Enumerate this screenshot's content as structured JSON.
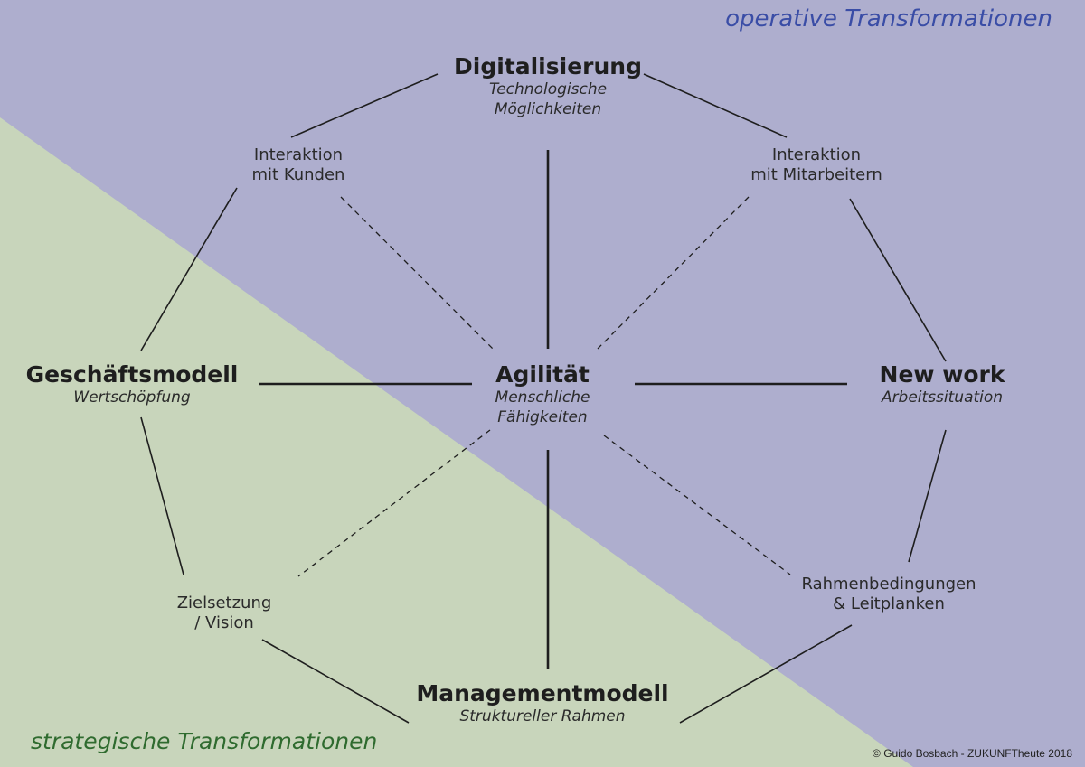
{
  "corners": {
    "operative": "operative Transformationen",
    "strategic": "strategische Transformationen"
  },
  "nodes": {
    "digitalisierung": {
      "title": "Digitalisierung",
      "subtitle_1": "Technologische",
      "subtitle_2": "Möglichkeiten"
    },
    "geschaeftsmodell": {
      "title": "Geschäftsmodell",
      "subtitle": "Wertschöpfung"
    },
    "agilitaet": {
      "title": "Agilität",
      "subtitle_1": "Menschliche",
      "subtitle_2": "Fähigkeiten"
    },
    "newwork": {
      "title": "New work",
      "subtitle": "Arbeitssituation"
    },
    "management": {
      "title": "Managementmodell",
      "subtitle": "Struktureller Rahmen"
    }
  },
  "sub_nodes": {
    "kunden": {
      "line_1": "Interaktion",
      "line_2": "mit Kunden"
    },
    "mitarbeiter": {
      "line_1": "Interaktion",
      "line_2": "mit Mitarbeitern"
    },
    "vision": {
      "line_1": "Zielsetzung",
      "line_2": "/ Vision"
    },
    "rahmen": {
      "line_1": "Rahmenbedingungen",
      "line_2": "& Leitplanken"
    }
  },
  "copyright": "© Guido Bosbach - ZUKUNFTheute 2018",
  "colors": {
    "operative_bg": "#aeaece",
    "strategic_bg": "#c8d5bb",
    "operative_text": "#3a4da6",
    "strategic_text": "#2f6b2f",
    "lines": "#1e1e1e"
  }
}
